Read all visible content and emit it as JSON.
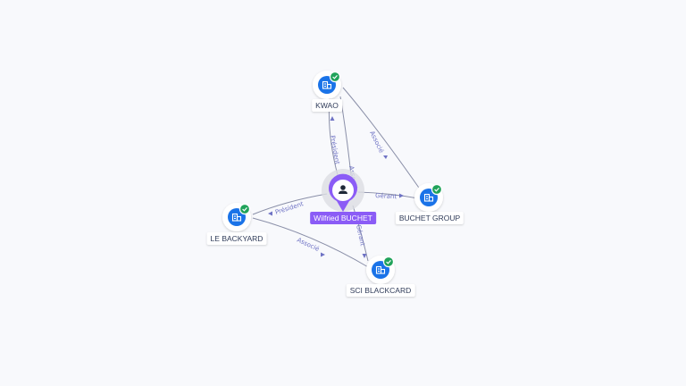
{
  "colors": {
    "company_blue": "#1a73e8",
    "check_green": "#20a35a",
    "person_purple": "#8b5cf6",
    "edge_gray": "#8a8fa8",
    "edge_label": "#6e72c4"
  },
  "person": {
    "name": "Wilfried BUCHET",
    "icon": "user-icon"
  },
  "companies": {
    "kwao": {
      "label": "KWAO",
      "icon": "building-icon"
    },
    "buchet_group": {
      "label": "BUCHET GROUP",
      "icon": "building-icon"
    },
    "le_backyard": {
      "label": "LE BACKYARD",
      "icon": "building-icon"
    },
    "sci_blackcard": {
      "label": "SCI BLACKCARD",
      "icon": "building-icon"
    }
  },
  "edges": {
    "person_kwao_president": "Président",
    "person_kwao_associe": "Associé",
    "kwao_buchet_group": "Associé",
    "person_buchet_group": "Gérant",
    "person_le_backyard": "Président",
    "le_backyard_sci_blackcard": "Associé",
    "person_sci_blackcard": "Gérant"
  }
}
